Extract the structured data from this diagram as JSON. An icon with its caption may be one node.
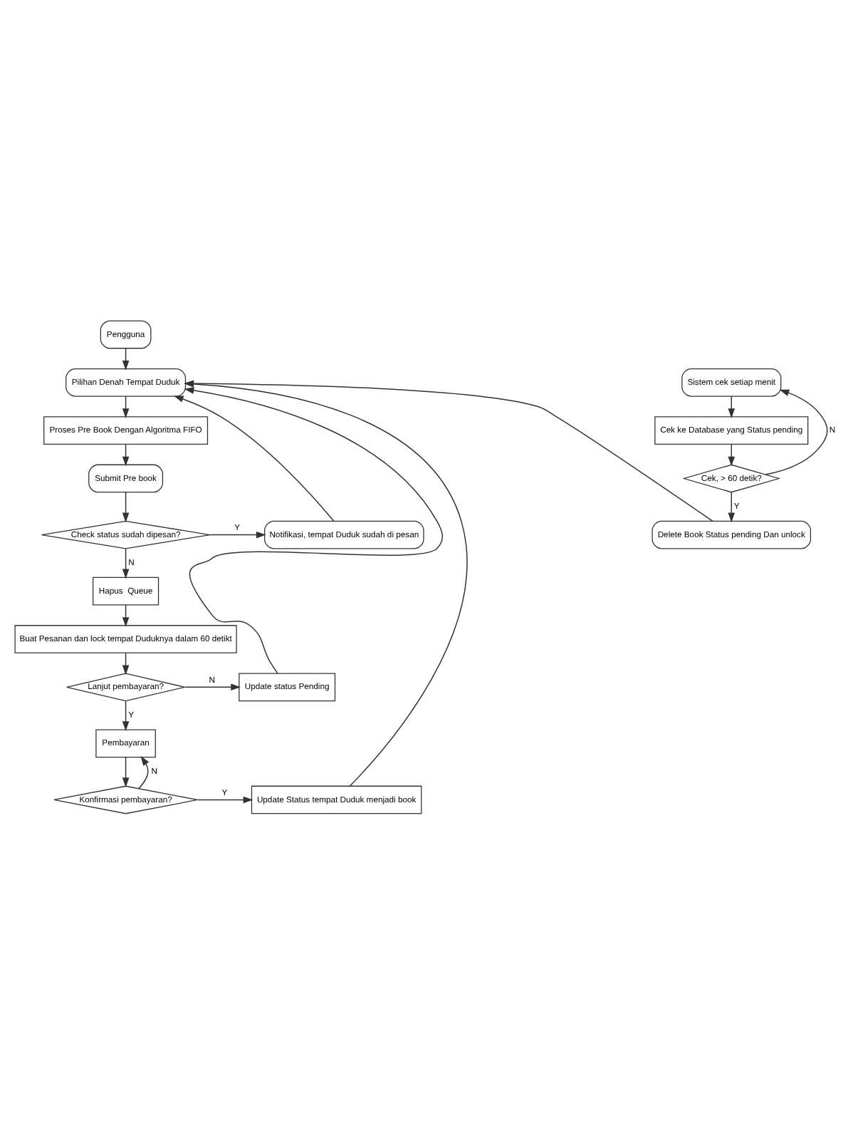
{
  "diagram": {
    "nodes": [
      {
        "text": [
          "Pengguna"
        ]
      },
      {
        "text": [
          "Pilihan Denah Tempat Duduk"
        ]
      },
      {
        "text": [
          "Proses Pre Book Dengan Algoritma FIFO"
        ]
      },
      {
        "text": [
          "Submit Pre book"
        ]
      },
      {
        "text": [
          "Check status sudah dipesan?"
        ]
      },
      {
        "text": [
          "Notifikasi, tempat Duduk sudah di pesan"
        ]
      },
      {
        "text": [
          "Hapus  Queue"
        ]
      },
      {
        "text": [
          "Buat Pesanan dan lock tempat Duduknya dalam 60 detikt"
        ]
      },
      {
        "text": [
          "Lanjut pembayaran?"
        ]
      },
      {
        "text": [
          "Update status Pending"
        ]
      },
      {
        "text": [
          "Pembayaran"
        ]
      },
      {
        "text": [
          "Konfirmasi pembayaran?"
        ]
      },
      {
        "text": [
          "Update Status tempat Duduk menjadi book"
        ]
      },
      {
        "text": [
          "Sistem cek setiap menit"
        ]
      },
      {
        "text": [
          "Cek ke Database yang Status pending"
        ]
      },
      {
        "text": [
          "Cek, > 60 detik?"
        ]
      },
      {
        "text": [
          "Delete Book Status pending Dan unlock"
        ]
      }
    ],
    "edges": [
      {
        "from": 0,
        "to": 1,
        "arrow": "to"
      },
      {
        "from": 1,
        "to": 2,
        "arrow": "to"
      },
      {
        "from": 2,
        "to": 3,
        "arrow": "to"
      },
      {
        "from": 3,
        "to": 4,
        "arrow": "to"
      },
      {
        "from": 4,
        "to": 5,
        "arrow": "to",
        "label": "Y"
      },
      {
        "from": 5,
        "to": 1,
        "arrow": "to"
      },
      {
        "from": 4,
        "to": 6,
        "arrow": "to",
        "label": "N"
      },
      {
        "from": 6,
        "to": 7,
        "arrow": "to"
      },
      {
        "from": 7,
        "to": 8,
        "arrow": "to"
      },
      {
        "from": 8,
        "to": 9,
        "arrow": "to",
        "label": "N"
      },
      {
        "from": 9,
        "to": 1,
        "arrow": "to"
      },
      {
        "from": 8,
        "to": 10,
        "arrow": "to",
        "label": "Y"
      },
      {
        "from": 10,
        "to": 11,
        "arrow": "to"
      },
      {
        "from": 11,
        "to": 10,
        "arrow": "to",
        "label": "N"
      },
      {
        "from": 11,
        "to": 12,
        "arrow": "to",
        "label": "Y"
      },
      {
        "from": 12,
        "to": 1,
        "arrow": "to"
      },
      {
        "from": 13,
        "to": 14,
        "arrow": "to"
      },
      {
        "from": 14,
        "to": 15,
        "arrow": "to"
      },
      {
        "from": 15,
        "to": 13,
        "arrow": "to",
        "label": "N"
      },
      {
        "from": 15,
        "to": 16,
        "arrow": "to",
        "label": "Y"
      },
      {
        "from": 16,
        "to": 1,
        "arrow": "to"
      }
    ]
  }
}
